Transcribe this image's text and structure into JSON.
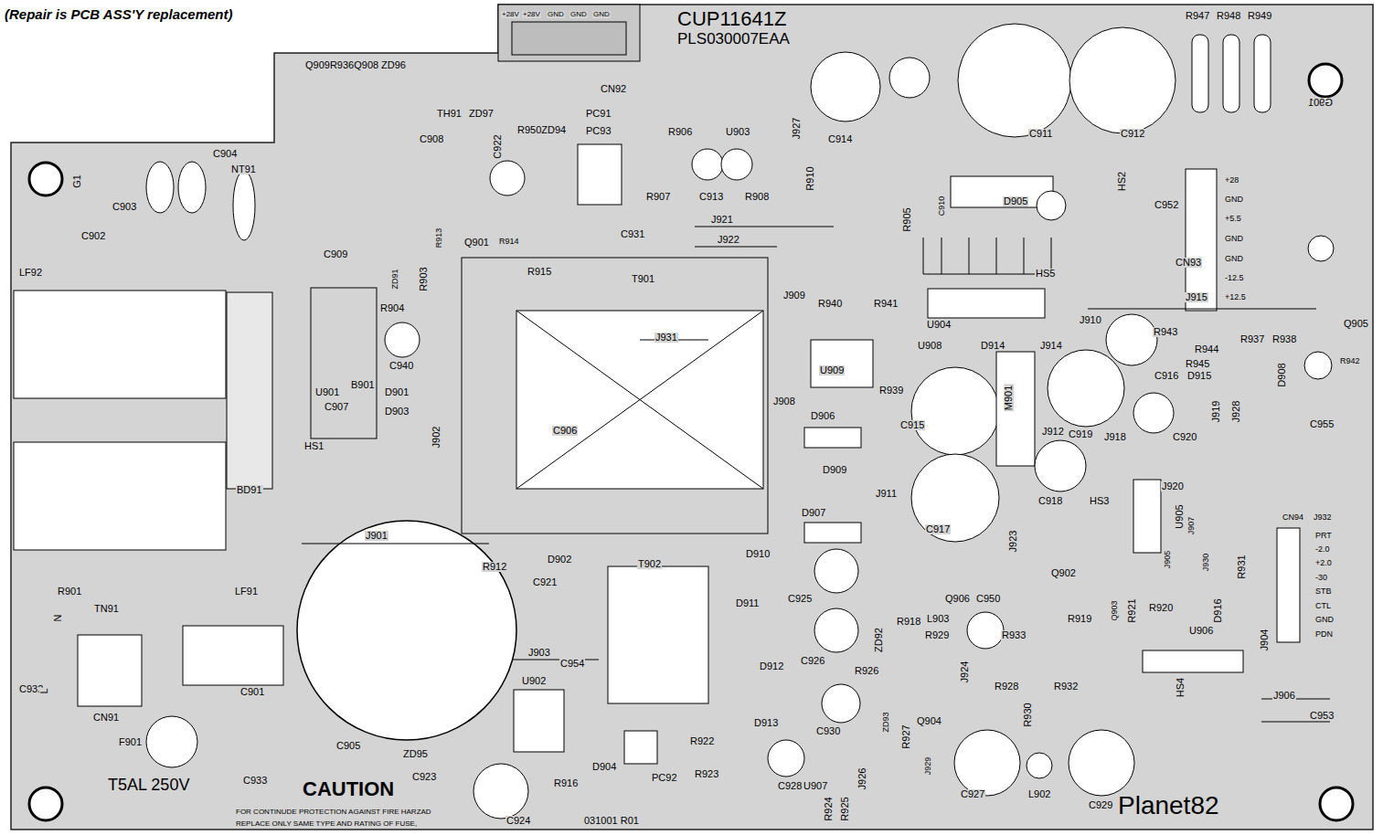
{
  "diagram": {
    "labels": [
      "(Repair is PCB ASS'Y replacement)",
      "+28V",
      "+28V",
      "GND",
      "GND",
      "GND",
      "CUP11641Z",
      "PLS030007EAA",
      "R947",
      "R948",
      "R949",
      "Q909R936Q908",
      "ZD96",
      "CN92",
      "J927",
      "C914",
      "C911",
      "C912",
      "G901",
      "TH91",
      "ZD97",
      "PC91",
      "R950ZD94",
      "PC93",
      "R906",
      "U903",
      "C904",
      "C908",
      "C922",
      "G1",
      "NT91",
      "C903",
      "C902",
      "R907",
      "C913",
      "R908",
      "R910",
      "J921",
      "R905",
      "C910",
      "D905",
      "HS2",
      "C952",
      "+28",
      "GND",
      "+5.5",
      "GND",
      "GND",
      "-12.5",
      "+12.5",
      "CN93",
      "Q901",
      "R914",
      "R915",
      "C931",
      "J922",
      "R913",
      "HS5",
      "LF92",
      "C909",
      "ZD91",
      "R903",
      "T901",
      "J909",
      "R940",
      "R941",
      "J915",
      "R904",
      "U904",
      "J910",
      "R943",
      "R937",
      "R938",
      "Q905",
      "R944",
      "R945",
      "R942",
      "J931",
      "U908",
      "D914",
      "J914",
      "C916",
      "D915",
      "C940",
      "U909",
      "D908",
      "B901",
      "D901",
      "U901",
      "J908",
      "R939",
      "J919",
      "J928",
      "D903",
      "C907",
      "D906",
      "M901",
      "C915",
      "J912",
      "C919",
      "J918",
      "C920",
      "C955",
      "C906",
      "J902",
      "HS1",
      "D909",
      "BD91",
      "J911",
      "C918",
      "HS3",
      "J920",
      "CN94",
      "J932",
      "PRT",
      "-2.0",
      "+2.0",
      "-30",
      "STB",
      "CTL",
      "GND",
      "PDN",
      "U905",
      "J907",
      "D907",
      "C917",
      "J923",
      "J905",
      "J930",
      "R931",
      "J901",
      "D910",
      "R912",
      "D902",
      "T902",
      "Q902",
      "R901",
      "LF91",
      "TN91",
      "N",
      "C921",
      "C925",
      "D911",
      "Q906",
      "C950",
      "R918",
      "L903",
      "R919",
      "Q903",
      "R921",
      "R920",
      "D916",
      "U906",
      "ZD92",
      "R929",
      "R933",
      "C926",
      "J904",
      "J924",
      "J903",
      "C954",
      "D912",
      "R926",
      "C932",
      "C901",
      "R928",
      "R932",
      "HS4",
      "J906",
      "L",
      "D913",
      "R930",
      "C930",
      "ZD93",
      "R927",
      "Q904",
      "J929",
      "C953",
      "CN91",
      "R922",
      "F901",
      "C905",
      "ZD95",
      "C923",
      "D904",
      "PC92",
      "R916",
      "R923",
      "J926",
      "T5AL 250V",
      "C933",
      "CAUTION",
      "FOR CONTINUDE PROTECTION AGAINST FIRE HARZAD",
      "REPLACE ONLY SAME TYPE AND RATING OF FUSE,",
      "C924",
      "031001 R01",
      "C928",
      "U907",
      "R924",
      "R925",
      "C927",
      "C929",
      "L902",
      "Planet82",
      "U902"
    ]
  }
}
